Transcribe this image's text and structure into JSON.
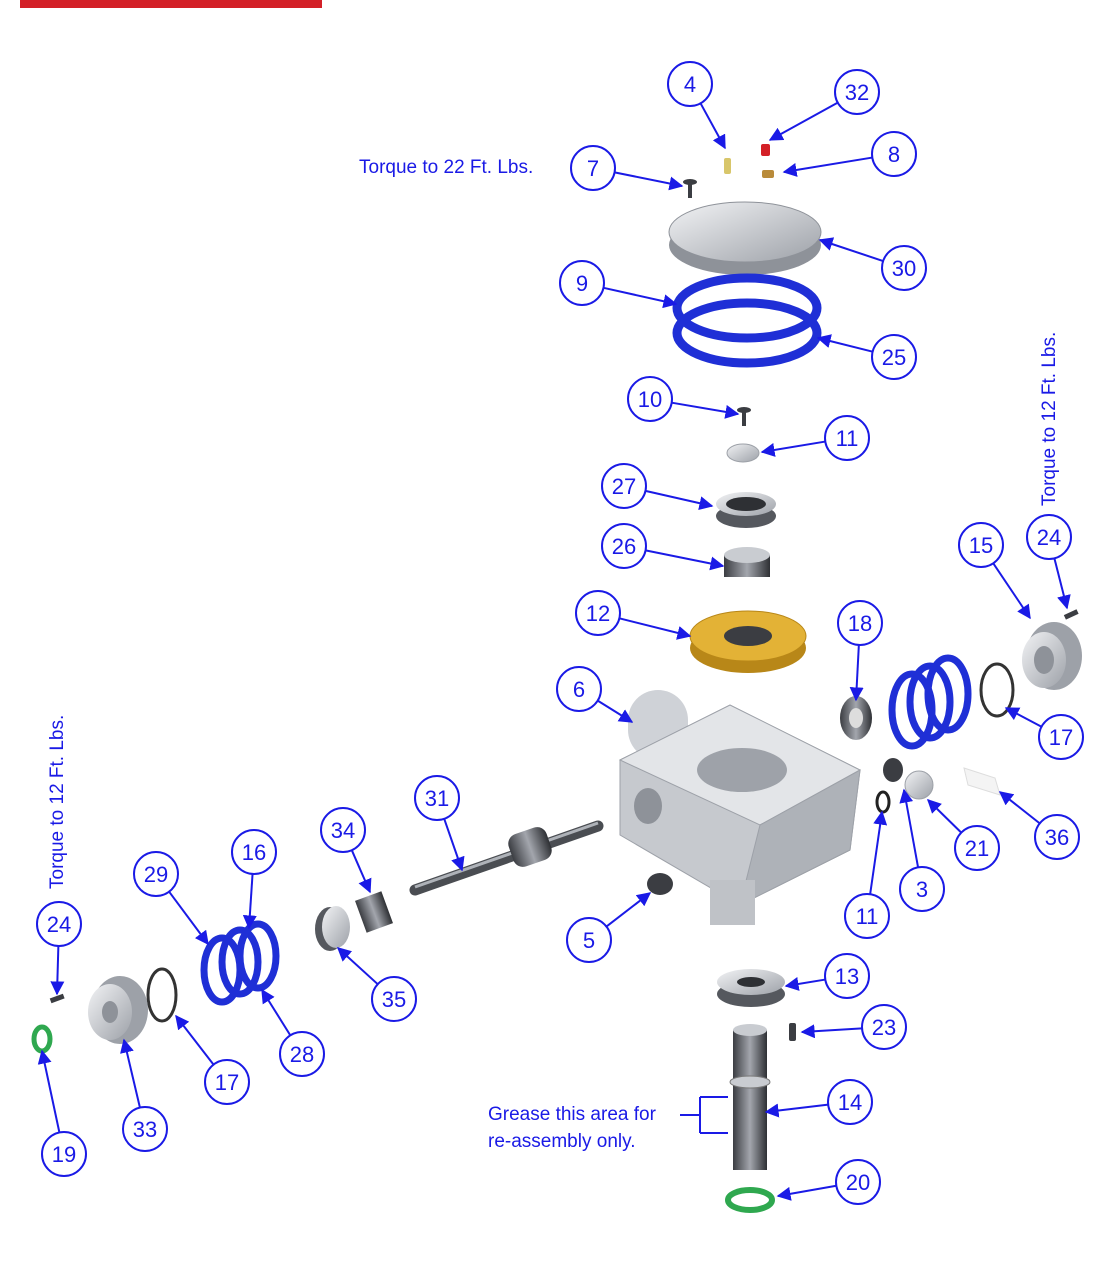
{
  "header": {
    "accent_color": "#d32027"
  },
  "colors": {
    "callout": "#1a1ae6",
    "gasket": "#1f2fd6",
    "gear": "#d9a521",
    "seal": "#2fa84f",
    "metal": "#c9ccd1"
  },
  "notes": {
    "torque_22": "Torque to 22 Ft. Lbs.",
    "torque_12_right": "Torque to 12 Ft. Lbs.",
    "torque_12_left": "Torque to 12 Ft. Lbs.",
    "grease_line1": "Grease this area for",
    "grease_line2": "re-assembly only."
  },
  "callouts": [
    "4",
    "32",
    "7",
    "8",
    "30",
    "9",
    "25",
    "10",
    "11",
    "27",
    "26",
    "12",
    "6",
    "18",
    "15",
    "24",
    "17",
    "36",
    "21",
    "3",
    "11",
    "5",
    "31",
    "34",
    "35",
    "29",
    "16",
    "28",
    "24",
    "17",
    "33",
    "19",
    "13",
    "23",
    "14",
    "20"
  ]
}
